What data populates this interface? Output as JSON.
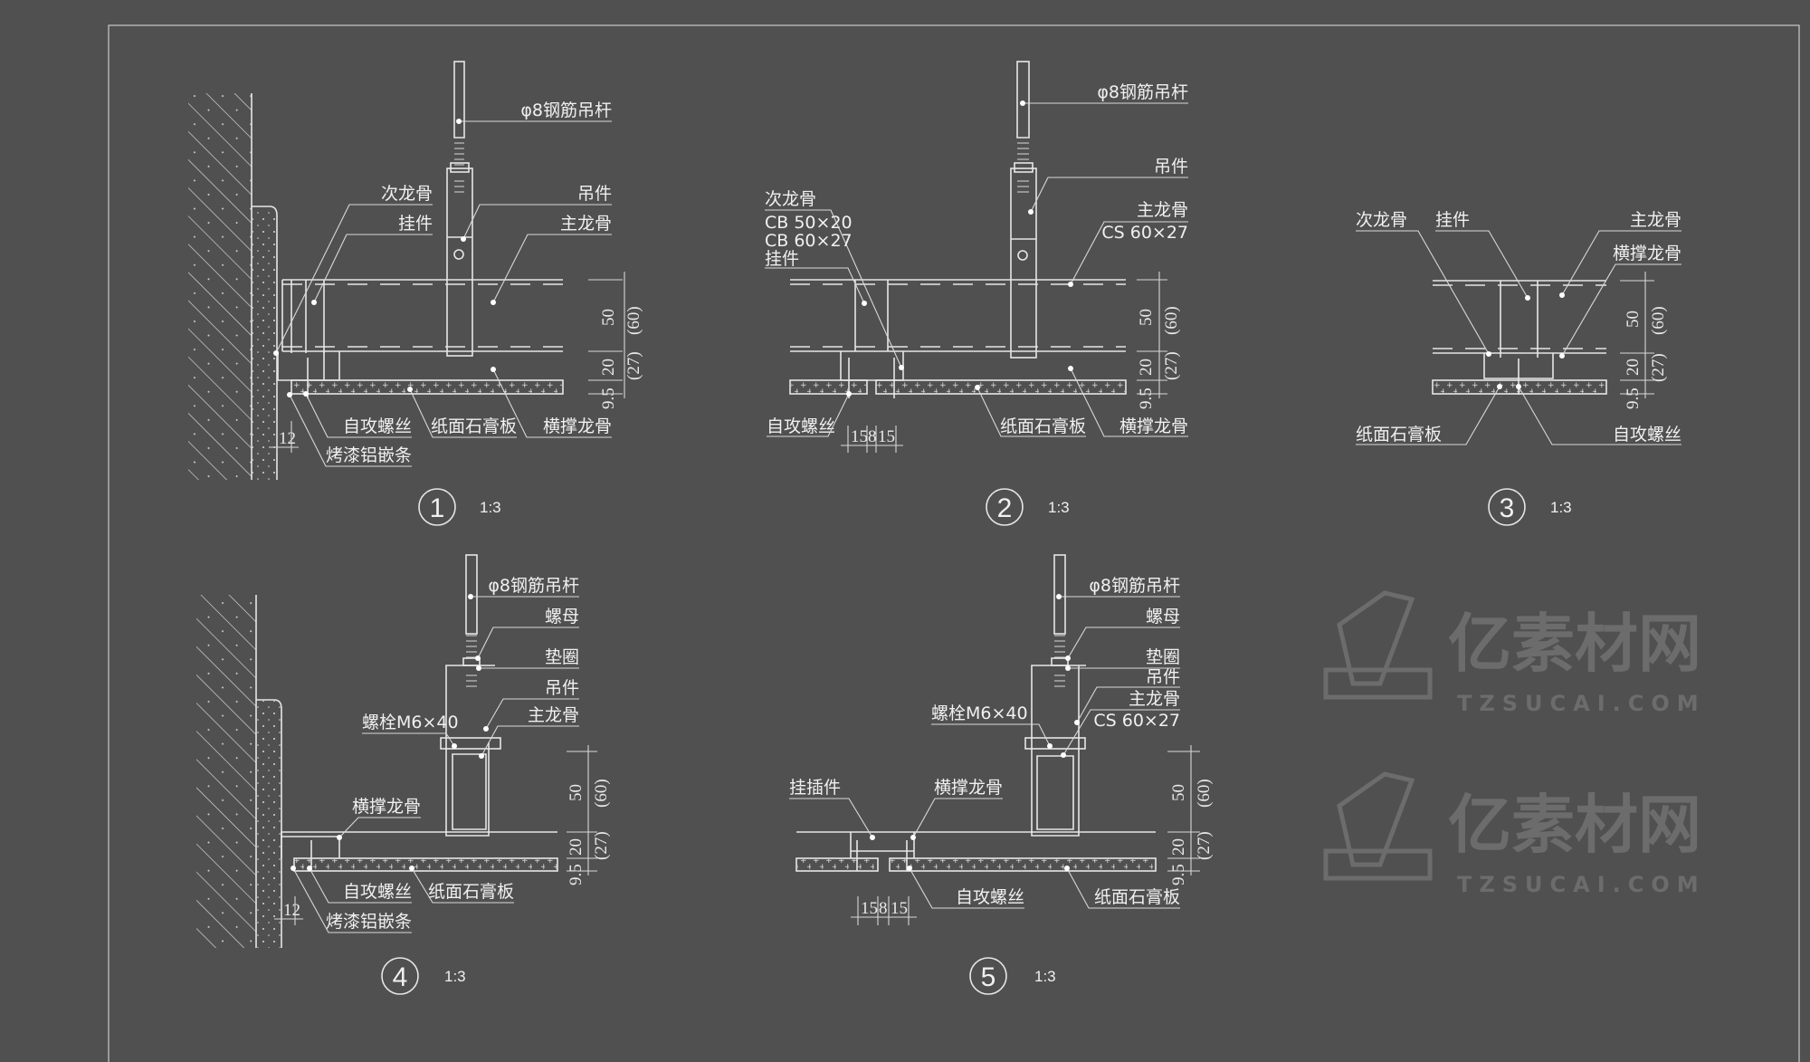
{
  "watermark": {
    "brand": "亿素材网",
    "url": "TZSUCAI.COM"
  },
  "details": [
    {
      "number": "1",
      "scale": "1:3",
      "labels": {
        "rod": "φ8钢筋吊杆",
        "secondary": "次龙骨",
        "clip": "挂件",
        "hanger": "吊件",
        "main": "主龙骨",
        "screw": "自攻螺丝",
        "board": "纸面石膏板",
        "cross": "横撑龙骨",
        "strip": "烤漆铝嵌条"
      },
      "dims": {
        "a": "50",
        "a2": "(60)",
        "b": "20",
        "b2": "(27)",
        "c": "9.5",
        "gap": "12"
      }
    },
    {
      "number": "2",
      "scale": "1:3",
      "labels": {
        "rod": "φ8钢筋吊杆",
        "hanger": "吊件",
        "main": "主龙骨",
        "main_spec": "CS 60×27",
        "secondary": "次龙骨",
        "sec_spec1": "CB 50×20",
        "sec_spec2": "CB 60×27",
        "clip": "挂件",
        "screw": "自攻螺丝",
        "board": "纸面石膏板",
        "cross": "横撑龙骨"
      },
      "dims": {
        "a": "50",
        "a2": "(60)",
        "b": "20",
        "b2": "(27)",
        "c": "9.5",
        "w1": "15",
        "w2": "8",
        "w3": "15"
      }
    },
    {
      "number": "3",
      "scale": "1:3",
      "labels": {
        "secondary": "次龙骨",
        "clip": "挂件",
        "main": "主龙骨",
        "cross": "横撑龙骨",
        "board": "纸面石膏板",
        "screw": "自攻螺丝"
      },
      "dims": {
        "a": "50",
        "a2": "(60)",
        "b": "20",
        "b2": "(27)",
        "c": "9.5"
      }
    },
    {
      "number": "4",
      "scale": "1:3",
      "labels": {
        "rod": "φ8钢筋吊杆",
        "nut": "螺母",
        "washer": "垫圈",
        "hanger": "吊件",
        "main": "主龙骨",
        "bolt": "螺栓M6×40",
        "cross": "横撑龙骨",
        "screw": "自攻螺丝",
        "board": "纸面石膏板",
        "strip": "烤漆铝嵌条"
      },
      "dims": {
        "a": "50",
        "a2": "(60)",
        "b": "20",
        "b2": "(27)",
        "c": "9.5",
        "gap": "12"
      }
    },
    {
      "number": "5",
      "scale": "1:3",
      "labels": {
        "rod": "φ8钢筋吊杆",
        "nut": "螺母",
        "washer": "垫圈",
        "hanger": "吊件",
        "main": "主龙骨",
        "main_spec": "CS 60×27",
        "bolt": "螺栓M6×40",
        "insert": "挂插件",
        "cross": "横撑龙骨",
        "screw": "自攻螺丝",
        "board": "纸面石膏板"
      },
      "dims": {
        "a": "50",
        "a2": "(60)",
        "b": "20",
        "b2": "(27)",
        "c": "9.5",
        "w1": "15",
        "w2": "8",
        "w3": "15"
      }
    }
  ]
}
